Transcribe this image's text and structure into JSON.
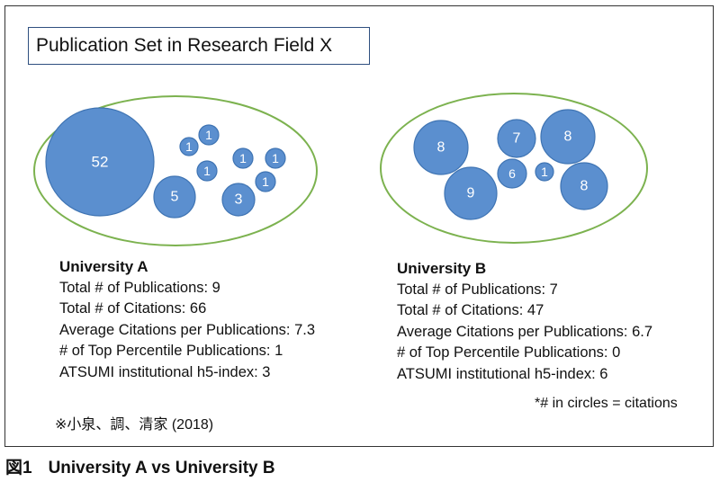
{
  "title": "Publication Set in Research Field X",
  "circle_fill": "#5b8fcf",
  "circle_stroke": "#3f74b3",
  "ellipse_stroke": "#7cb24f",
  "universities": [
    {
      "name": "University A",
      "stats": [
        "Total # of Publications: 9",
        "Total # of Citations: 66",
        "Average Citations per Publications: 7.3",
        "# of Top Percentile Publications: 1",
        "ATSUMI institutional h5-index: 3"
      ],
      "citations": [
        52,
        5,
        1,
        1,
        1,
        3,
        1,
        1,
        1
      ]
    },
    {
      "name": "University B",
      "stats": [
        "Total # of Publications: 7",
        "Total # of Citations: 47",
        "Average Citations per Publications: 6.7",
        "# of Top Percentile Publications: 0",
        "ATSUMI institutional h5-index: 6"
      ],
      "citations": [
        8,
        9,
        7,
        6,
        1,
        8,
        8
      ]
    }
  ],
  "legend_note": "*# in circles = citations",
  "source_note": "※小泉、調、清家 (2018)",
  "caption": {
    "number": "図1",
    "text": "University A vs University B"
  }
}
